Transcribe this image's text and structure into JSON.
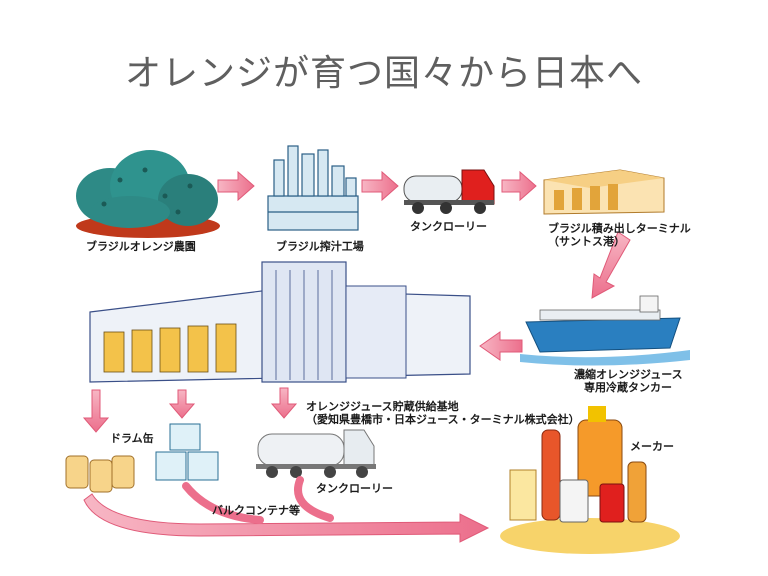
{
  "title": "オレンジが育つ国々から日本へ",
  "labels": {
    "farm": "ブラジルオレンジ農園",
    "factory": "ブラジル搾汁工場",
    "tank_truck_1": "タンクローリー",
    "terminal_line1": "ブラジル積み出しターミナル",
    "terminal_line2": "（サントス港）",
    "tanker_line1": "濃縮オレンジジュース",
    "tanker_line2": "専用冷蔵タンカー",
    "base_line1": "オレンジジュース貯蔵供給基地",
    "base_line2": "（愛知県豊橋市・日本ジュース・ターミナル株式会社）",
    "drum": "ドラム缶",
    "bulk": "バルクコンテナ等",
    "tank_truck_2": "タンクローリー",
    "maker": "メーカー"
  },
  "colors": {
    "arrow": "#f08aa0",
    "arrow_stroke": "#e05a78",
    "tree": "#2e8a86",
    "soil": "#c0391b",
    "truck_red": "#e0201e",
    "tanker_blue": "#2a7fc0",
    "warehouse_blue": "#4a6fb8"
  }
}
